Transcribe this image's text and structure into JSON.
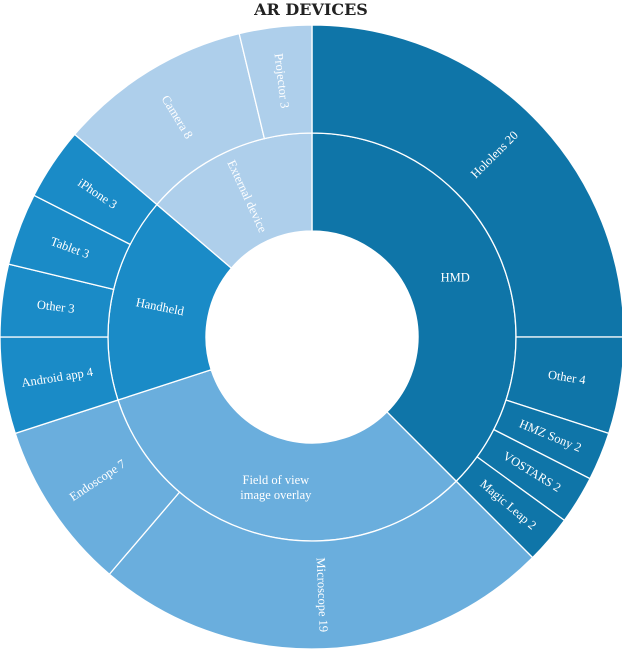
{
  "chart_data": {
    "type": "sunburst",
    "title": "AR DEVICES",
    "groups": [
      {
        "name": "HMD",
        "color": "#0f75a8",
        "children": [
          {
            "label": "Hololens 20",
            "value": 20
          },
          {
            "label": "Other  4",
            "value": 4
          },
          {
            "label": "HMZ Sony 2",
            "value": 2
          },
          {
            "label": "VOSTARS 2",
            "value": 2
          },
          {
            "label": "Magic Leap 2",
            "value": 2
          }
        ]
      },
      {
        "name": "Field of view image overlay",
        "color": "#6aaedd",
        "children": [
          {
            "label": "Microscope 19",
            "value": 19
          },
          {
            "label": "Endoscope 7",
            "value": 7
          }
        ]
      },
      {
        "name": "Handheld",
        "color": "#1a8bc7",
        "children": [
          {
            "label": "Android app 4",
            "value": 4
          },
          {
            "label": "Other  3",
            "value": 3
          },
          {
            "label": "Tablet 3",
            "value": 3
          },
          {
            "label": "iPhone 3",
            "value": 3
          }
        ]
      },
      {
        "name": "External device",
        "color": "#aecfeb",
        "children": [
          {
            "label": "Camera 8",
            "value": 8
          },
          {
            "label": "Projector 3",
            "value": 3
          }
        ]
      }
    ]
  }
}
